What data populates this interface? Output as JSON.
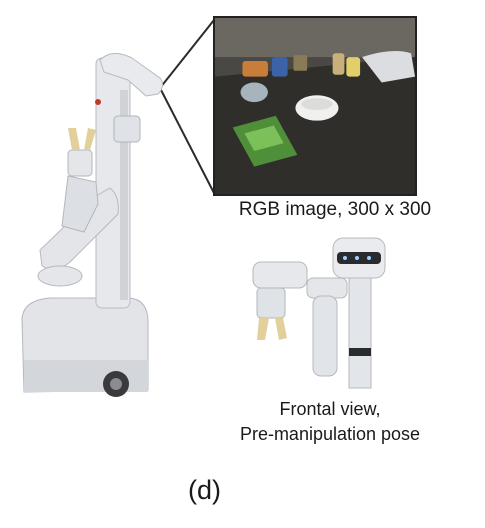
{
  "captions": {
    "rgb": "RGB image, 300 x 300",
    "frontal_line1": "Frontal view,",
    "frontal_line2": "Pre-manipulation pose"
  },
  "panel_label": "(d)",
  "colors": {
    "robot_body": "#e4e6ea",
    "robot_shadow": "#b9bcc2",
    "table": "#2e2d2a",
    "chips_bag": "#4f8f3a",
    "zoom_line": "#2b2b2b"
  }
}
